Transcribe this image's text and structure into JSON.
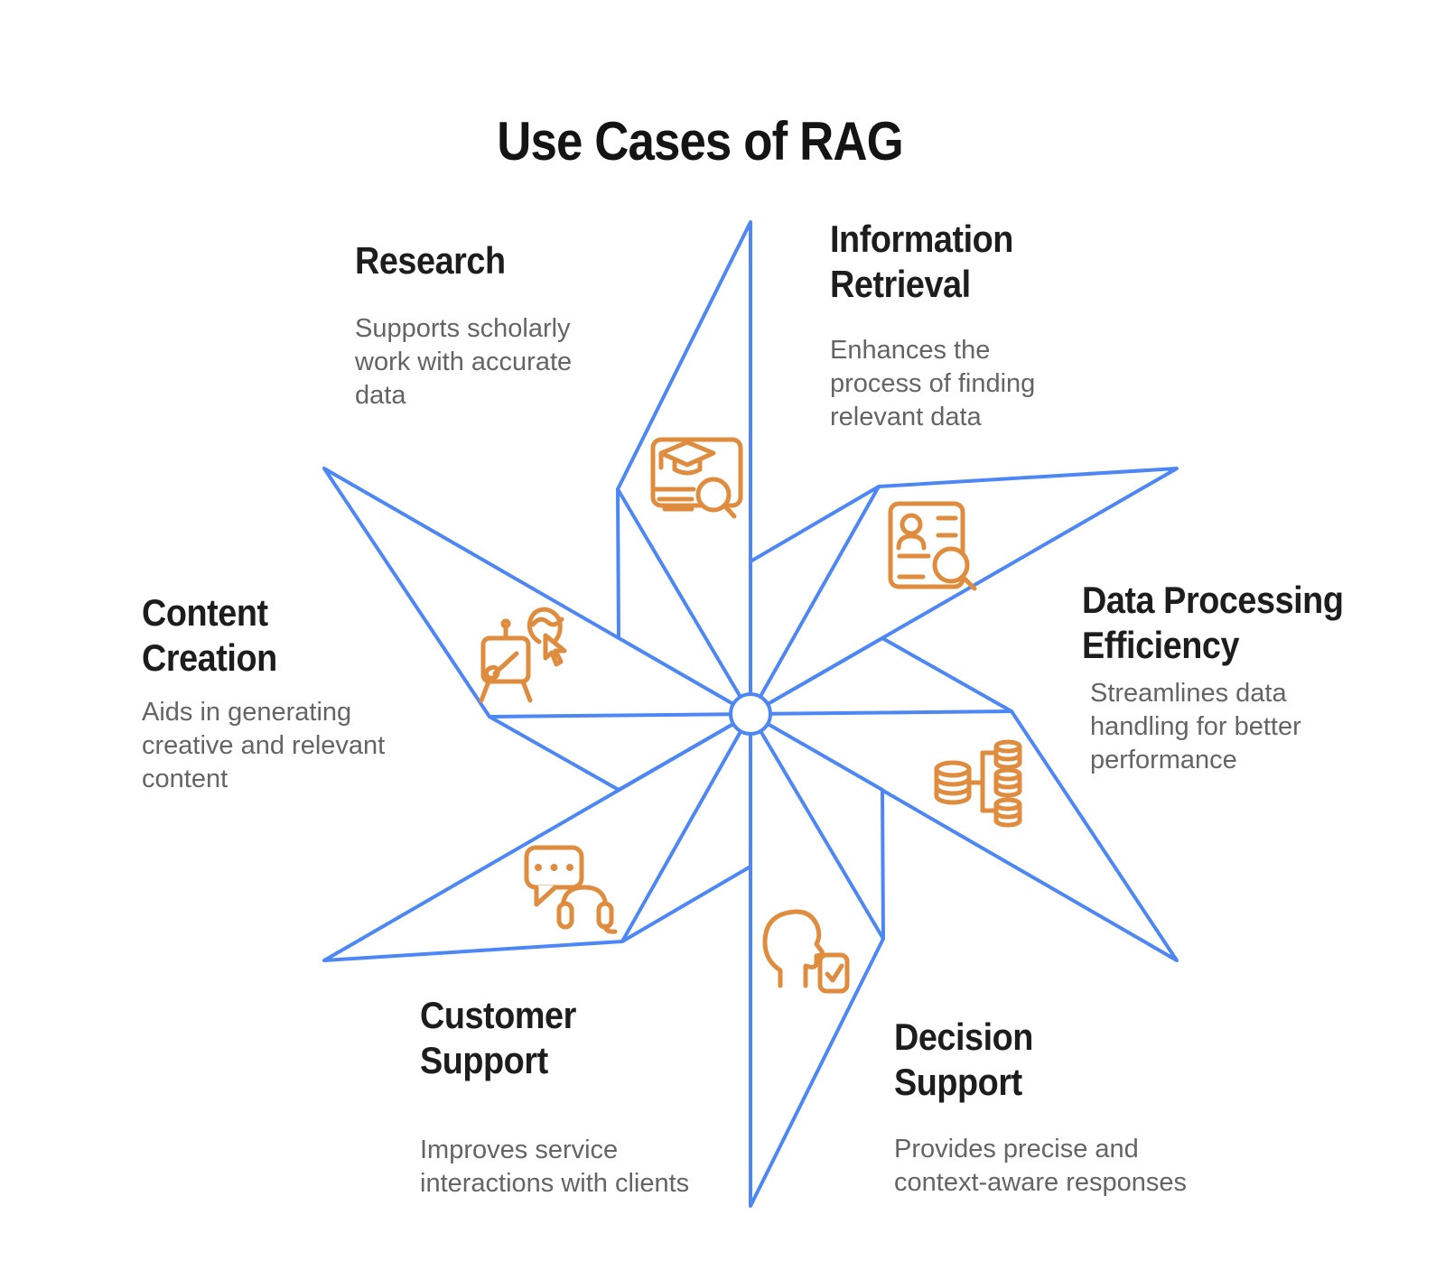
{
  "title": "Use Cases of RAG",
  "colors": {
    "line_blue": "#4D87F5",
    "icon_orange": "#E08C3E",
    "heading_text": "#1D1D1D",
    "body_text": "#646464"
  },
  "diagram": {
    "type": "pinwheel",
    "blade_count": 6,
    "hub_shape": "circle"
  },
  "use_cases": [
    {
      "id": "research",
      "label": "Research",
      "description": "Supports scholarly\nwork with accurate\ndata",
      "icon": "graduation-cap-search-icon",
      "position": "top-left"
    },
    {
      "id": "information-retrieval",
      "label": "Information\nRetrieval",
      "description": "Enhances the\nprocess of finding\nrelevant data",
      "icon": "profile-card-search-icon",
      "position": "top-right"
    },
    {
      "id": "data-processing-efficiency",
      "label": "Data Processing\nEfficiency",
      "description": "Streamlines data\nhandling for better\nperformance",
      "icon": "database-hierarchy-icon",
      "position": "right"
    },
    {
      "id": "decision-support",
      "label": "Decision\nSupport",
      "description": "Provides precise and\ncontext-aware responses",
      "icon": "head-check-device-icon",
      "position": "bottom-right"
    },
    {
      "id": "customer-support",
      "label": "Customer\nSupport",
      "description": "Improves service\ninteractions with clients",
      "icon": "chat-headset-icon",
      "position": "bottom-left"
    },
    {
      "id": "content-creation",
      "label": "Content\nCreation",
      "description": "Aids in generating\ncreative and relevant\ncontent",
      "icon": "easel-painter-icon",
      "position": "left"
    }
  ]
}
